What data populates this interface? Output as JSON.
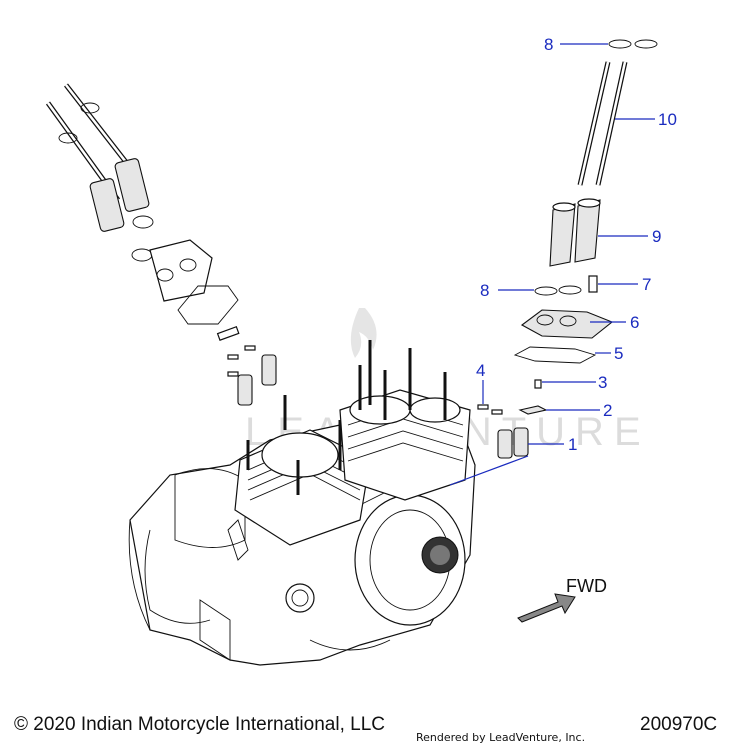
{
  "diagram": {
    "callouts": [
      {
        "id": "1",
        "label": "1"
      },
      {
        "id": "2",
        "label": "2"
      },
      {
        "id": "3",
        "label": "3"
      },
      {
        "id": "4",
        "label": "4"
      },
      {
        "id": "5",
        "label": "5"
      },
      {
        "id": "6",
        "label": "6"
      },
      {
        "id": "7",
        "label": "7"
      },
      {
        "id": "8a",
        "label": "8"
      },
      {
        "id": "8b",
        "label": "8"
      },
      {
        "id": "9",
        "label": "9"
      },
      {
        "id": "10",
        "label": "10"
      }
    ],
    "fwd_label": "FWD",
    "watermark_text": "LEADVENTURE"
  },
  "footer": {
    "copyright": "© 2020 Indian Motorcycle International, LLC",
    "rendered_by": "Rendered by LeadVenture, Inc.",
    "diagram_number": "200970C"
  }
}
